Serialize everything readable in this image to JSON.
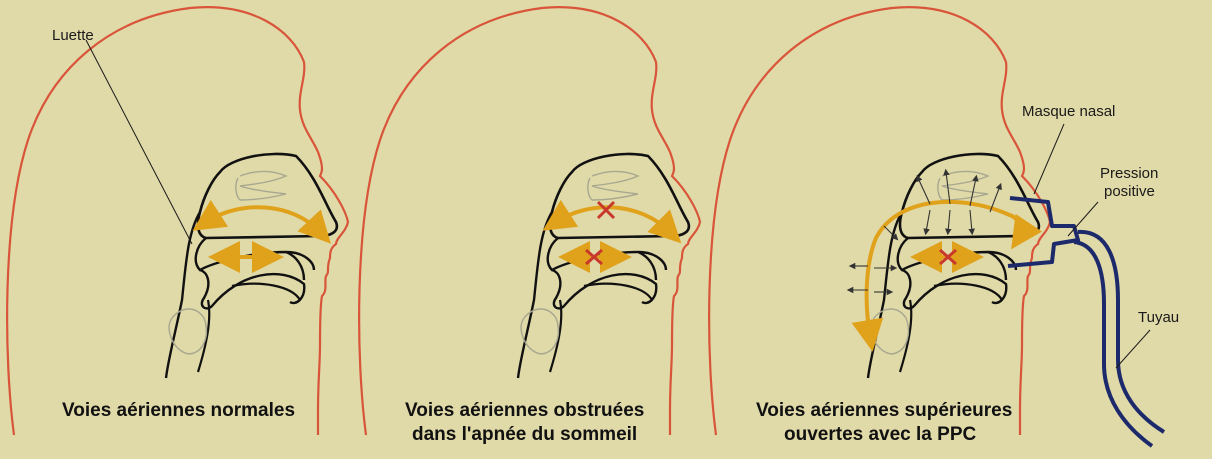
{
  "labels": {
    "luette": "Luette",
    "masque": "Masque nasal",
    "pression_line1": "Pression",
    "pression_line2": "positive",
    "tuyau": "Tuyau"
  },
  "captions": {
    "panel1": [
      "Voies aériennes normales"
    ],
    "panel2": [
      "Voies aériennes obstruées",
      "dans l'apnée du sommeil"
    ],
    "panel3": [
      "Voies aériennes supérieures",
      "ouvertes avec la PPC"
    ]
  },
  "colors": {
    "background": "#e0d9a8",
    "profile": "#d9553a",
    "outline": "#111111",
    "airflow": "#e0a21b",
    "block": "#c8392b",
    "tube": "#1c2a6b",
    "faint": "#a8a890"
  }
}
